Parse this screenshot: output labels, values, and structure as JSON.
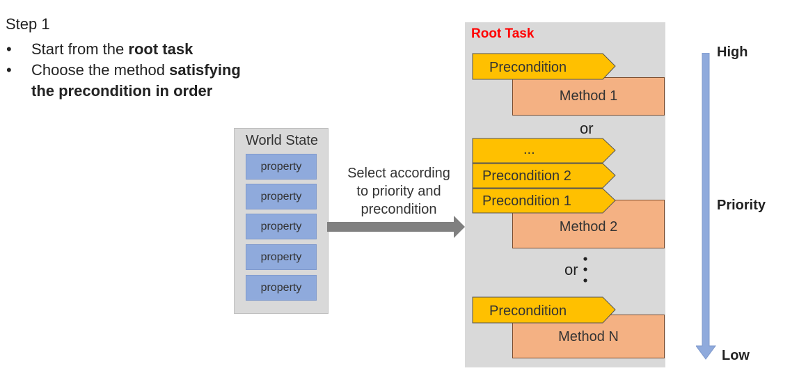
{
  "step": {
    "title": "Step 1",
    "bullet1_normal": "Start from the ",
    "bullet1_bold": "root task",
    "bullet2_normal": "Choose the method ",
    "bullet2_bold": "satisfying",
    "bullet2_line2": "the precondition in order",
    "bullet_marker": "•"
  },
  "world_state": {
    "title": "World State",
    "properties": [
      "property",
      "property",
      "property",
      "property",
      "property"
    ]
  },
  "arrow_label": {
    "line1": "Select according",
    "line2": "to priority and",
    "line3": "precondition"
  },
  "root_task": {
    "title": "Root Task",
    "method1": {
      "precondition": "Precondition",
      "label": "Method 1"
    },
    "or1": "or",
    "method2": {
      "ellipsis": "...",
      "precondition2": "Precondition 2",
      "precondition1": "Precondition 1",
      "label": "Method 2"
    },
    "or2": "or",
    "methodN": {
      "precondition": "Precondition",
      "label": "Method N"
    }
  },
  "priority_scale": {
    "high": "High",
    "middle": "Priority",
    "low": "Low"
  },
  "colors": {
    "precondition_fill": "#ffc000",
    "method_fill": "#f4b183",
    "property_fill": "#8faadc",
    "panel_fill": "#d9d9d9",
    "root_task_title": "#ff0000",
    "priority_arrow": "#8faadc",
    "connector_arrow": "#808080"
  }
}
